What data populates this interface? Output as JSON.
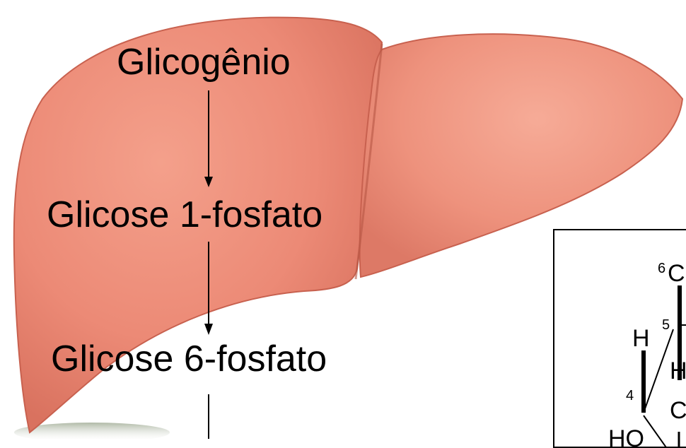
{
  "pathway": {
    "steps": [
      "Glicogênio",
      "Glicose 1-fosfato",
      "Glicose 6-fosfato"
    ]
  },
  "structure": {
    "labels": {
      "c6": "C",
      "h_upper": "H",
      "h_right": "H",
      "o_right": "C",
      "ho": "HO",
      "bar": "|"
    },
    "numbers": {
      "n6": "6",
      "n5": "5",
      "n4": "4"
    }
  },
  "colors": {
    "liver": "#ec8a76",
    "liver_dark": "#d46a58",
    "liver_light": "#f6a796",
    "text": "#000000"
  }
}
